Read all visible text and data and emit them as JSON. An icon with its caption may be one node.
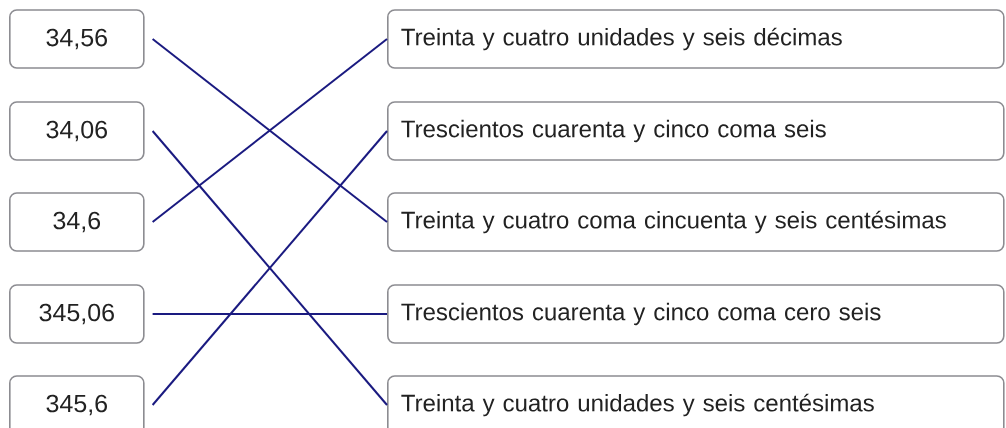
{
  "diagram": {
    "nodes": [
      {
        "text": [
          "34,56"
        ]
      },
      {
        "text": [
          "34,06"
        ]
      },
      {
        "text": [
          "34,6"
        ]
      },
      {
        "text": [
          "345,06"
        ]
      },
      {
        "text": [
          "345,6"
        ]
      },
      {
        "text": [
          "Treinta y cuatro unidades y seis décimas"
        ]
      },
      {
        "text": [
          "Trescientos cuarenta y cinco coma seis"
        ]
      },
      {
        "text": [
          "Treinta y cuatro coma cincuenta y seis centésimas"
        ]
      },
      {
        "text": [
          "Trescientos cuarenta y cinco coma cero seis"
        ]
      },
      {
        "text": [
          "Treinta y cuatro unidades y seis centésimas"
        ]
      }
    ],
    "edges": [
      {
        "from": 0,
        "to": 7,
        "arrow": "none"
      },
      {
        "from": 1,
        "to": 9,
        "arrow": "none"
      },
      {
        "from": 2,
        "to": 5,
        "arrow": "none"
      },
      {
        "from": 3,
        "to": 8,
        "arrow": "none"
      },
      {
        "from": 4,
        "to": 6,
        "arrow": "none"
      }
    ]
  }
}
